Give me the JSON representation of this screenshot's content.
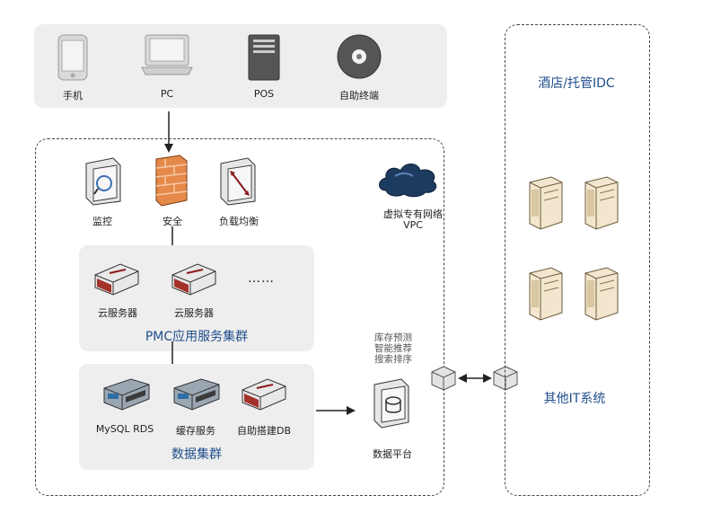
{
  "devices": {
    "phone": "手机",
    "pc": "PC",
    "pos": "POS",
    "kiosk": "自助终端"
  },
  "vpc": {
    "services": {
      "monitor": "监控",
      "security": "安全",
      "load_balance": "负载均衡"
    },
    "vpc_label": "虚拟专有网络\nVPC",
    "pmc_cluster": {
      "title": "PMC应用服务集群",
      "server1": "云服务器",
      "server2": "云服务器",
      "ellipsis": "……"
    },
    "data_cluster": {
      "title": "数据集群",
      "mysql": "MySQL RDS",
      "cache": "缓存服务",
      "selfdb": "自助搭建DB"
    },
    "data_platform": {
      "features": [
        "库存预测",
        "智能推荐",
        "搜索排序"
      ],
      "label": "数据平台"
    }
  },
  "idc": {
    "title": "酒店/托管IDC",
    "other_systems": "其他IT系统"
  },
  "colors": {
    "title_blue": "#1f4e8c",
    "panel_gray": "#eeeeee"
  }
}
